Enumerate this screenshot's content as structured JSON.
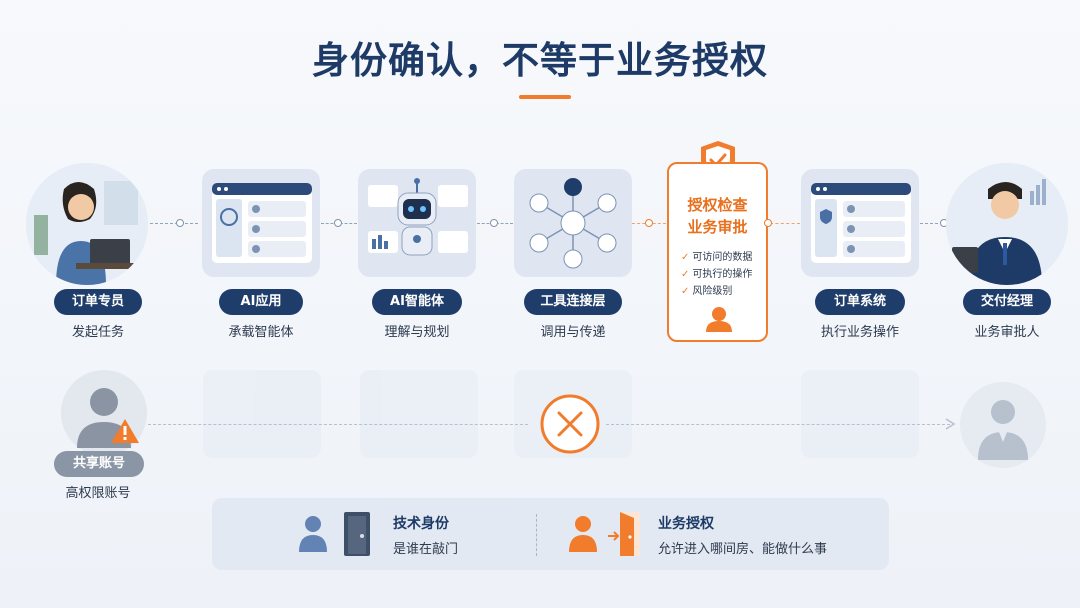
{
  "title": "身份确认，不等于业务授权",
  "flow": [
    {
      "label": "订单专员",
      "sub": "发起任务",
      "icon": "user-with-laptop-icon"
    },
    {
      "label": "AI应用",
      "sub": "承载智能体",
      "icon": "app-window-icon"
    },
    {
      "label": "AI智能体",
      "sub": "理解与规划",
      "icon": "robot-icon"
    },
    {
      "label": "工具连接层",
      "sub": "调用与传递",
      "icon": "tools-network-icon"
    },
    {
      "label": "订单系统",
      "sub": "执行业务操作",
      "icon": "order-system-icon"
    },
    {
      "label": "交付经理",
      "sub": "业务审批人",
      "icon": "manager-icon"
    }
  ],
  "auth_card": {
    "title_line1": "授权检查",
    "title_line2": "业务审批",
    "checks": [
      "可访问的数据",
      "可执行的操作",
      "风险级别"
    ],
    "icon": "shield-check-icon"
  },
  "shared_account": {
    "label": "共享账号",
    "sub": "高权限账号",
    "icon": "warning-icon"
  },
  "blocked_icon": "x-circle-icon",
  "legend": {
    "tech": {
      "title": "技术身份",
      "sub": "是谁在敲门",
      "icon": "closed-door-icon"
    },
    "biz": {
      "title": "业务授权",
      "sub": "允许进入哪间房、能做什么事",
      "icon": "open-door-icon"
    }
  },
  "colors": {
    "navy": "#1f3d6b",
    "orange": "#f07c2c",
    "bg": "#f3f6fb"
  }
}
